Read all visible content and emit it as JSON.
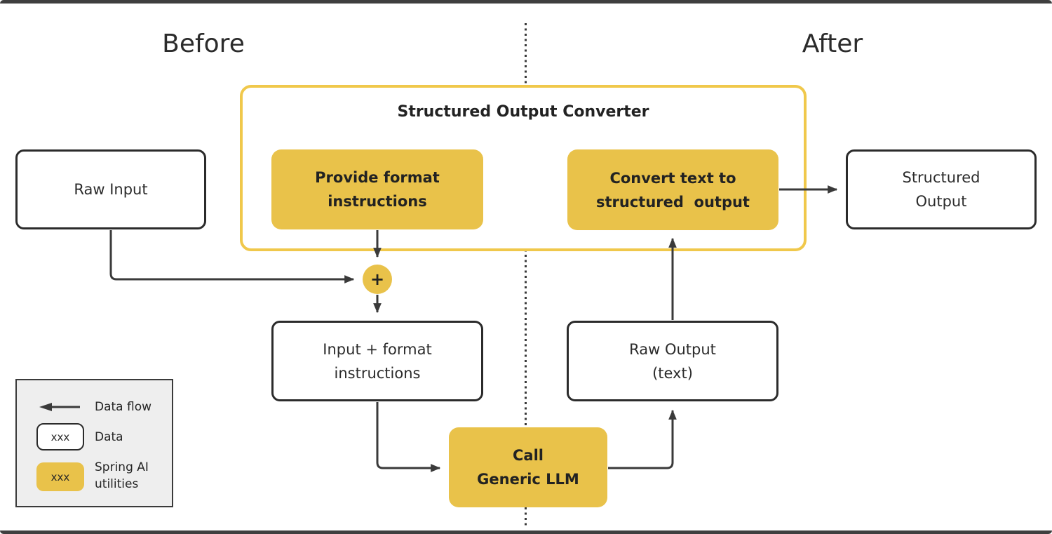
{
  "page": {
    "background": "#ffffff",
    "frame_bar_color": "#3f3f3f"
  },
  "colors": {
    "spring_ai_yellow": "#e9c24a",
    "converter_border_yellow": "#f0c84b",
    "line_dark": "#3a3a3a",
    "text_dark": "#262626",
    "legend_background": "#eeeeee"
  },
  "sections": {
    "before_label": "Before",
    "after_label": "After"
  },
  "converter": {
    "title": "Structured Output Converter",
    "provide_format_label": "Provide format\ninstructions",
    "convert_text_label": "Convert text to\nstructured  output"
  },
  "nodes": {
    "raw_input": "Raw Input",
    "structured_output": "Structured\nOutput",
    "input_format": "Input + format\ninstructions",
    "raw_output": "Raw Output\n(text)",
    "call_llm": "Call\nGeneric LLM",
    "plus_symbol": "+"
  },
  "legend": {
    "data_flow_label": "Data flow",
    "data_label": "Data",
    "spring_ai_label": "Spring AI\nutilities",
    "white_chip_text": "xxx",
    "yellow_chip_text": "xxx"
  }
}
